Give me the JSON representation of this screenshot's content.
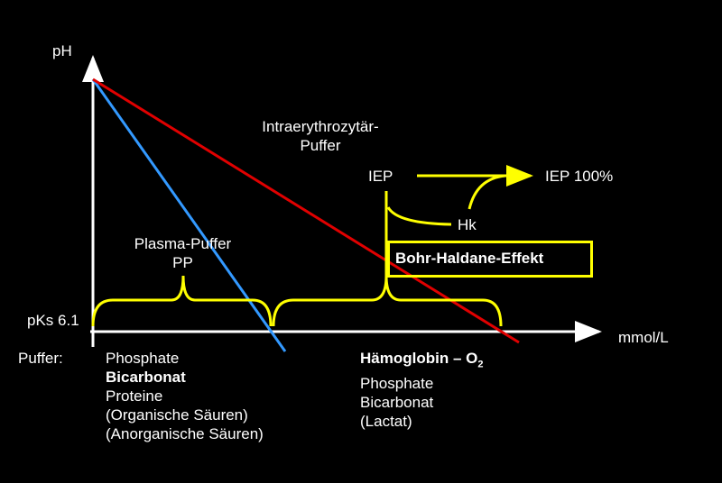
{
  "axes": {
    "y_label": "pH",
    "x_label": "mmol/L",
    "pks_label": "pKs 6.1"
  },
  "intra": {
    "title_line1": "Intraerythrozytär-",
    "title_line2": "Puffer",
    "iep": "IEP",
    "iep_100": "IEP 100%",
    "hk": "Hk",
    "bohr": "Bohr-Haldane-Effekt"
  },
  "plasma": {
    "line1": "Plasma-Puffer",
    "line2": "PP"
  },
  "puffer_label": "Puffer:",
  "plasma_buffers": [
    "Phosphate",
    "Bicarbonat",
    "Proteine",
    "(Organische Säuren)",
    "(Anorganische Säuren)"
  ],
  "iep_buffers": {
    "hb": "Hämoglobin – O",
    "hb_sub": "2",
    "items": [
      "Phosphate",
      "Bicarbonat",
      "(Lactat)"
    ]
  },
  "colors": {
    "red_line": "#e00000",
    "blue_line": "#3399ff",
    "yellow": "#ffff00"
  }
}
